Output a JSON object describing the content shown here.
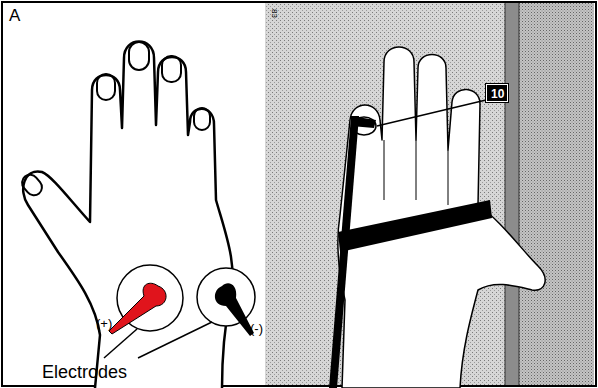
{
  "diagram": {
    "nodes": [
      {
        "text": [
          "10"
        ]
      }
    ],
    "labels": [
      "A",
      "(+)",
      "(-)",
      "Electrodes",
      "83"
    ]
  }
}
